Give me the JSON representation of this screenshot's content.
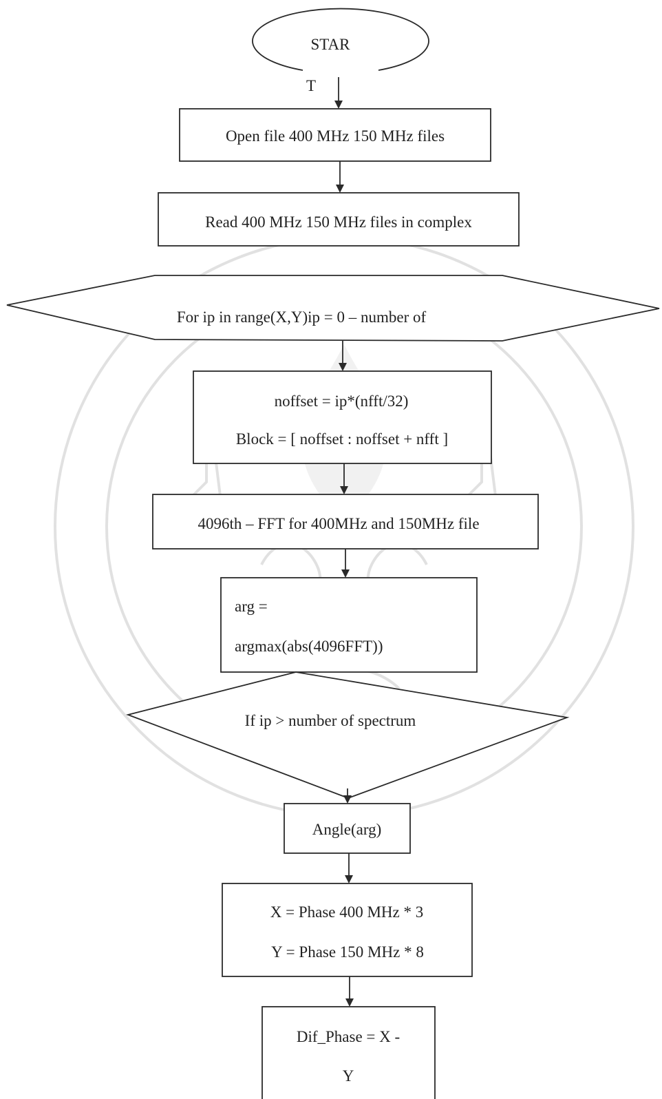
{
  "flowchart": {
    "start": {
      "label": "STAR",
      "label_tail": "T"
    },
    "steps": {
      "open_files": "Open file 400 MHz 150 MHz files",
      "read_files": "Read 400 MHz 150 MHz files in complex",
      "loop": "For ip in range(X,Y)ip = 0 – number of",
      "offset_line1": "noffset = ip*(nfft/32)",
      "offset_line2": "Block = [ noffset : noffset + nfft ]",
      "fft": "4096th – FFT for 400MHz and 150MHz file",
      "arg_line1": "arg =",
      "arg_line2": "argmax(abs(4096FFT))",
      "decision": "If ip > number of spectrum",
      "angle": "Angle(arg)",
      "phase_line1": "X = Phase 400 MHz * 3",
      "phase_line2": "Y = Phase 150 MHz * 8",
      "dif_line1": "Dif_Phase = X -",
      "dif_line2": "Y"
    }
  },
  "watermark": {
    "type": "university-seal",
    "color": "#c9c9c9"
  },
  "colors": {
    "stroke": "#2a2a2a",
    "text": "#222222",
    "background": "#ffffff"
  }
}
